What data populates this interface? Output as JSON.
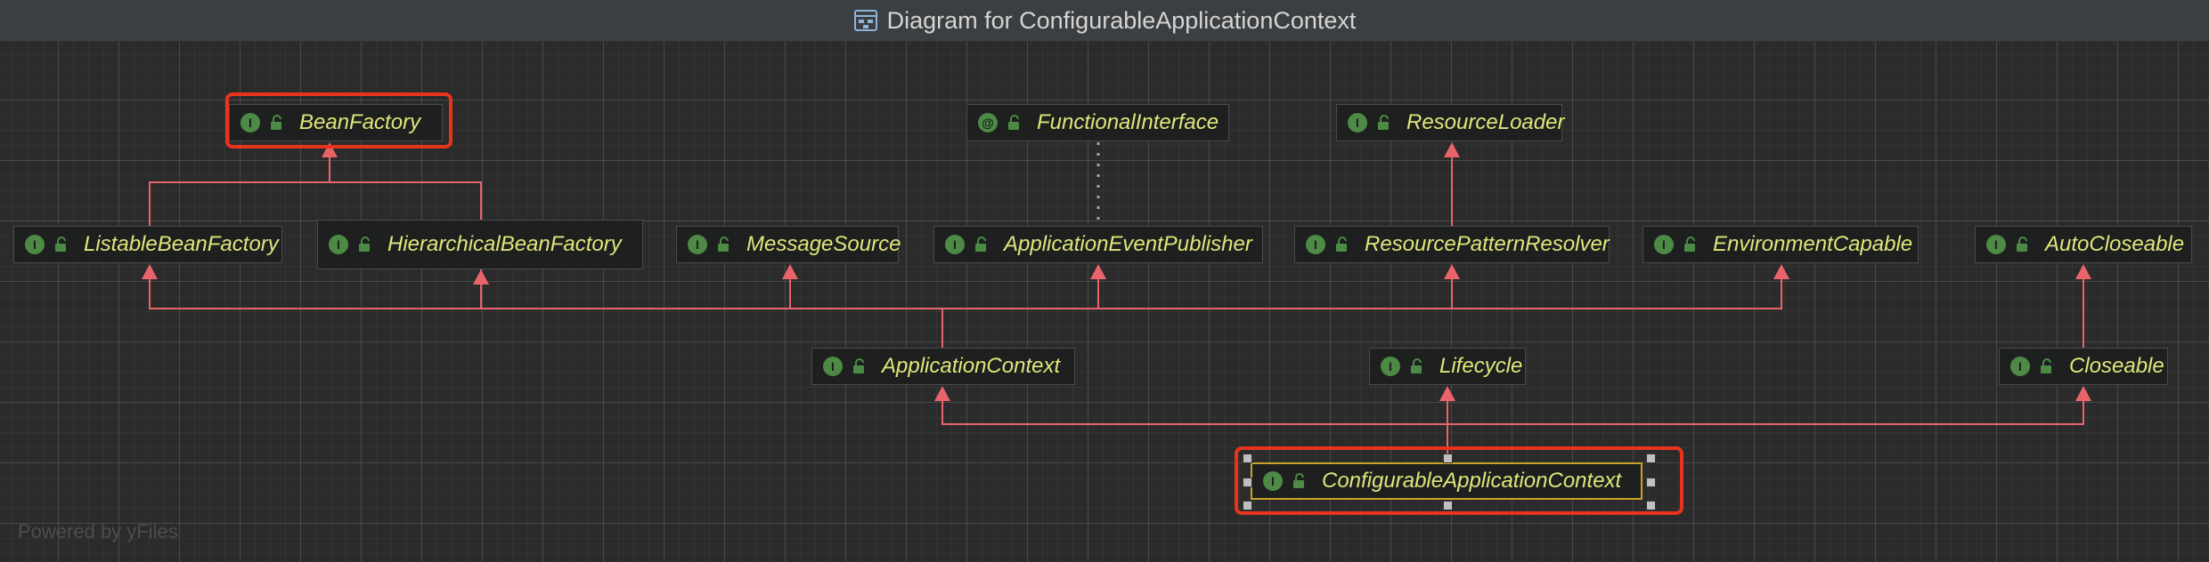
{
  "window": {
    "title": "Diagram for ConfigurableApplicationContext"
  },
  "colors": {
    "background": "#2b2b2b",
    "node_text": "#dfe67a",
    "edge": "#e8646a",
    "highlight": "#e8341c",
    "badge": "#4c8a45"
  },
  "icons": {
    "title": "diagram-icon",
    "badge": "interface-badge-icon",
    "annotation": "annotation-badge-icon",
    "visibility": "public-lock-icon"
  },
  "nodes": [
    {
      "id": "BeanFactory",
      "label": "BeanFactory",
      "badge": "I"
    },
    {
      "id": "FunctionalInterface",
      "label": "FunctionalInterface",
      "badge": "@"
    },
    {
      "id": "ResourceLoader",
      "label": "ResourceLoader",
      "badge": "I"
    },
    {
      "id": "ListableBeanFactory",
      "label": "ListableBeanFactory",
      "badge": "I"
    },
    {
      "id": "HierarchicalBeanFactory",
      "label": "HierarchicalBeanFactory",
      "badge": "I"
    },
    {
      "id": "MessageSource",
      "label": "MessageSource",
      "badge": "I"
    },
    {
      "id": "ApplicationEventPublisher",
      "label": "ApplicationEventPublisher",
      "badge": "I"
    },
    {
      "id": "ResourcePatternResolver",
      "label": "ResourcePatternResolver",
      "badge": "I"
    },
    {
      "id": "EnvironmentCapable",
      "label": "EnvironmentCapable",
      "badge": "I"
    },
    {
      "id": "AutoCloseable",
      "label": "AutoCloseable",
      "badge": "I"
    },
    {
      "id": "ApplicationContext",
      "label": "ApplicationContext",
      "badge": "I"
    },
    {
      "id": "Lifecycle",
      "label": "Lifecycle",
      "badge": "I"
    },
    {
      "id": "Closeable",
      "label": "Closeable",
      "badge": "I"
    },
    {
      "id": "ConfigurableApplicationContext",
      "label": "ConfigurableApplicationContext",
      "badge": "I"
    }
  ],
  "edges": [
    {
      "from": "ListableBeanFactory",
      "to": "BeanFactory",
      "kind": "extends"
    },
    {
      "from": "HierarchicalBeanFactory",
      "to": "BeanFactory",
      "kind": "extends"
    },
    {
      "from": "ApplicationEventPublisher",
      "to": "FunctionalInterface",
      "kind": "annotated"
    },
    {
      "from": "ResourcePatternResolver",
      "to": "ResourceLoader",
      "kind": "extends"
    },
    {
      "from": "ApplicationContext",
      "to": "ListableBeanFactory",
      "kind": "extends"
    },
    {
      "from": "ApplicationContext",
      "to": "HierarchicalBeanFactory",
      "kind": "extends"
    },
    {
      "from": "ApplicationContext",
      "to": "MessageSource",
      "kind": "extends"
    },
    {
      "from": "ApplicationContext",
      "to": "ApplicationEventPublisher",
      "kind": "extends"
    },
    {
      "from": "ApplicationContext",
      "to": "ResourcePatternResolver",
      "kind": "extends"
    },
    {
      "from": "ApplicationContext",
      "to": "EnvironmentCapable",
      "kind": "extends"
    },
    {
      "from": "Closeable",
      "to": "AutoCloseable",
      "kind": "extends"
    },
    {
      "from": "ConfigurableApplicationContext",
      "to": "ApplicationContext",
      "kind": "extends"
    },
    {
      "from": "ConfigurableApplicationContext",
      "to": "Lifecycle",
      "kind": "extends"
    },
    {
      "from": "ConfigurableApplicationContext",
      "to": "Closeable",
      "kind": "extends"
    }
  ],
  "highlighted": [
    "BeanFactory",
    "ConfigurableApplicationContext"
  ],
  "selected": "ConfigurableApplicationContext",
  "watermark": "Powered by yFiles"
}
